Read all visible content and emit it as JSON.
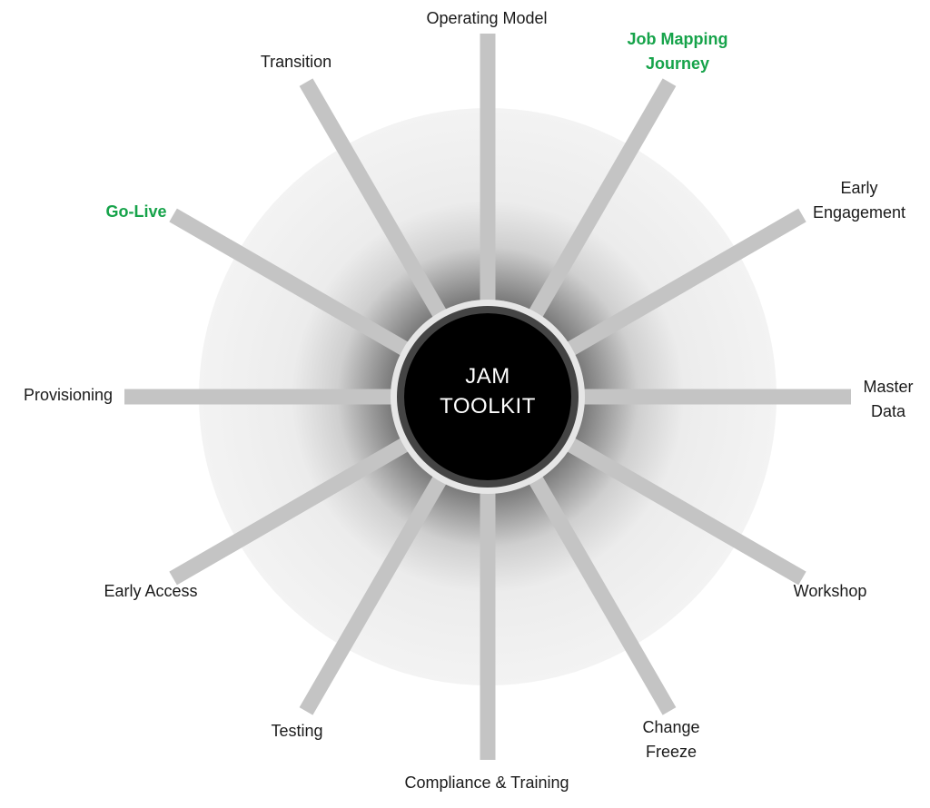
{
  "hub": {
    "line1": "JAM",
    "line2": "TOOLKIT"
  },
  "spokes": [
    {
      "id": "operating-model",
      "lines": [
        "Operating Model"
      ],
      "highlight": false
    },
    {
      "id": "job-mapping-journey",
      "lines": [
        "Job Mapping",
        "Journey"
      ],
      "highlight": true
    },
    {
      "id": "early-engagement",
      "lines": [
        "Early",
        "Engagement"
      ],
      "highlight": false
    },
    {
      "id": "master-data",
      "lines": [
        "Master",
        "Data"
      ],
      "highlight": false
    },
    {
      "id": "workshop",
      "lines": [
        "Workshop"
      ],
      "highlight": false
    },
    {
      "id": "change-freeze",
      "lines": [
        "Change",
        "Freeze"
      ],
      "highlight": false
    },
    {
      "id": "compliance-training",
      "lines": [
        "Compliance & Training"
      ],
      "highlight": false
    },
    {
      "id": "testing",
      "lines": [
        "Testing"
      ],
      "highlight": false
    },
    {
      "id": "early-access",
      "lines": [
        "Early Access"
      ],
      "highlight": false
    },
    {
      "id": "provisioning",
      "lines": [
        "Provisioning"
      ],
      "highlight": false
    },
    {
      "id": "go-live",
      "lines": [
        "Go-Live"
      ],
      "highlight": true
    },
    {
      "id": "transition",
      "lines": [
        "Transition"
      ],
      "highlight": false
    }
  ],
  "colors": {
    "spoke": "#c4c4c4",
    "hub": "#000000",
    "hub_ring": "#444444",
    "highlight": "#16a34a",
    "text": "#1a1a1a"
  }
}
